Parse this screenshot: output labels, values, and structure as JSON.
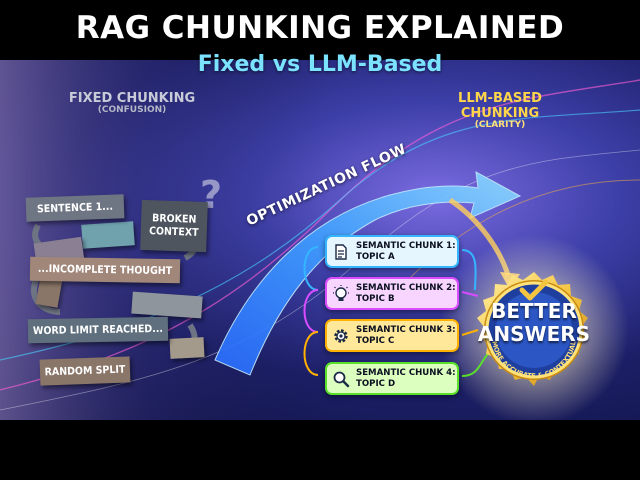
{
  "title": "RAG CHUNKING EXPLAINED",
  "subtitle": "Fixed vs LLM-Based",
  "fixed": {
    "heading": "FIXED CHUNKING",
    "subheading": "(CONFUSION)",
    "pieces": [
      "SENTENCE 1...",
      "BROKEN CONTEXT",
      "...INCOMPLETE THOUGHT",
      "WORD LIMIT REACHED...",
      "RANDOM SPLIT"
    ]
  },
  "flow_label": "OPTIMIZATION FLOW",
  "llm": {
    "heading": "LLM-BASED CHUNKING",
    "subheading": "(CLARITY)",
    "chunks": [
      {
        "line1": "SEMANTIC CHUNK 1:",
        "line2": "TOPIC A",
        "icon": "document-icon"
      },
      {
        "line1": "SEMANTIC CHUNK 2:",
        "line2": "TOPIC B",
        "icon": "lightbulb-icon"
      },
      {
        "line1": "SEMANTIC CHUNK 3:",
        "line2": "TOPIC C",
        "icon": "gear-icon"
      },
      {
        "line1": "SEMANTIC CHUNK 4:",
        "line2": "TOPIC D",
        "icon": "magnifier-icon"
      }
    ]
  },
  "badge": {
    "line1": "BETTER",
    "line2": "ANSWERS",
    "arc_text": "MORE ACCURATE & CONTEXTUAL",
    "icon": "checkmark-icon"
  },
  "colors": {
    "chunk1": "#35b5ff",
    "chunk2": "#d94cff",
    "chunk3": "#ffb000",
    "chunk4": "#59e02a",
    "badge_gold": "#f5c542",
    "badge_blue": "#1f3f9f"
  }
}
